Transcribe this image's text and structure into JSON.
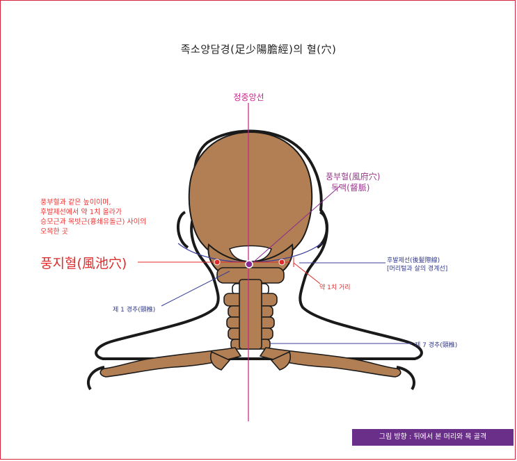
{
  "title": "족소양담경(足少陽膽經)의 혈(穴)",
  "midline_label": "정중앙선",
  "pungbu": {
    "line1": "풍부혈(風府穴)",
    "line2": "독맥(督脈)"
  },
  "description": [
    "풍부혈과 같은 높이이며,",
    "후발제선에서 약 1치 올라가",
    "승모근과 목빗근(흉쇄유돌근) 사이의",
    "오목한 곳"
  ],
  "pungji_label": "풍지혈(風池穴)",
  "hairline": {
    "line1": "후발제선(後髮際線)",
    "line2": "[머리털과 살의 경계선]"
  },
  "distance_label": "약 1치 거리",
  "c1_label": "제 1 경추(頸椎)",
  "c7_label": "제 7 경추(頸椎)",
  "caption": "그림 방향 : 뒤에서 본 머리와 목 골격",
  "colors": {
    "bone": "#b17f53",
    "outline": "#1a1a1a",
    "midline": "#cc1f8a",
    "point": "#8a2b8f",
    "red": "#e02a2a",
    "blue": "#3a3f9a",
    "caption_bg": "#6a2f88",
    "frame": "#d6243a"
  }
}
